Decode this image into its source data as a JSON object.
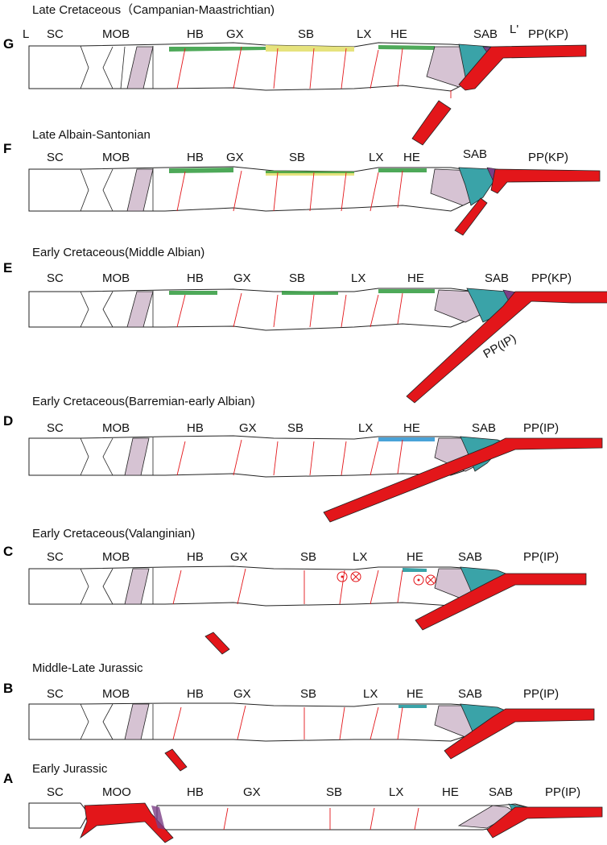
{
  "colors": {
    "plate_red": "#e3161a",
    "mauve": "#d6c3d3",
    "teal": "#3aa3a8",
    "purple": "#7c3e86",
    "green": "#2f9a3c",
    "yellow": "#e6e37d",
    "blue": "#4aa3d8"
  },
  "panels": [
    {
      "letter": "G",
      "title": "Late Cretaceous（Campanian-Maastrichtian)",
      "section_start": "L",
      "section_end": "L'",
      "labels": [
        "SC",
        "MOB",
        "HB",
        "GX",
        "SB",
        "LX",
        "HE",
        "SAB",
        "PP(KP)"
      ]
    },
    {
      "letter": "F",
      "title": "Late Albain-Santonian",
      "labels": [
        "SC",
        "MOB",
        "HB",
        "GX",
        "SB",
        "LX",
        "HE",
        "SAB",
        "PP(KP)"
      ]
    },
    {
      "letter": "E",
      "title": "Early Cretaceous(Middle Albian)",
      "labels": [
        "SC",
        "MOB",
        "HB",
        "GX",
        "SB",
        "LX",
        "HE",
        "SAB",
        "PP(KP)"
      ],
      "extra_label": "PP(IP)"
    },
    {
      "letter": "D",
      "title": "Early Cretaceous(Barremian-early Albian)",
      "labels": [
        "SC",
        "MOB",
        "HB",
        "GX",
        "SB",
        "LX",
        "HE",
        "SAB",
        "PP(IP)"
      ]
    },
    {
      "letter": "C",
      "title": "Early Cretaceous(Valanginian)",
      "labels": [
        "SC",
        "MOB",
        "HB",
        "GX",
        "SB",
        "LX",
        "HE",
        "SAB",
        "PP(IP)"
      ]
    },
    {
      "letter": "B",
      "title": "Middle-Late Jurassic",
      "labels": [
        "SC",
        "MOB",
        "HB",
        "GX",
        "SB",
        "LX",
        "HE",
        "SAB",
        "PP(IP)"
      ]
    },
    {
      "letter": "A",
      "title": "Early Jurassic",
      "labels": [
        "SC",
        "MOO",
        "HB",
        "GX",
        "SB",
        "LX",
        "HE",
        "SAB",
        "PP(IP)"
      ]
    }
  ]
}
